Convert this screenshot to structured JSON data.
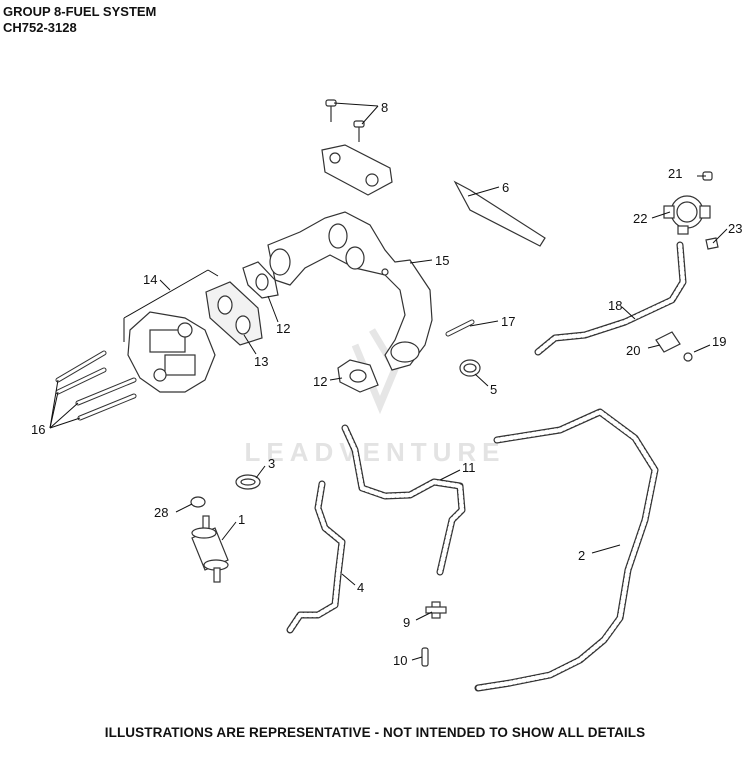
{
  "header": {
    "title": "GROUP 8-FUEL SYSTEM",
    "model": "CH752-3128"
  },
  "footer": "ILLUSTRATIONS ARE REPRESENTATIVE - NOT INTENDED TO SHOW ALL DETAILS",
  "watermark": "LEADVENTURE",
  "callouts": [
    "8",
    "6",
    "21",
    "22",
    "23",
    "14",
    "15",
    "12",
    "13",
    "17",
    "18",
    "20",
    "19",
    "12",
    "5",
    "16",
    "3",
    "11",
    "28",
    "1",
    "2",
    "4",
    "9",
    "10"
  ]
}
